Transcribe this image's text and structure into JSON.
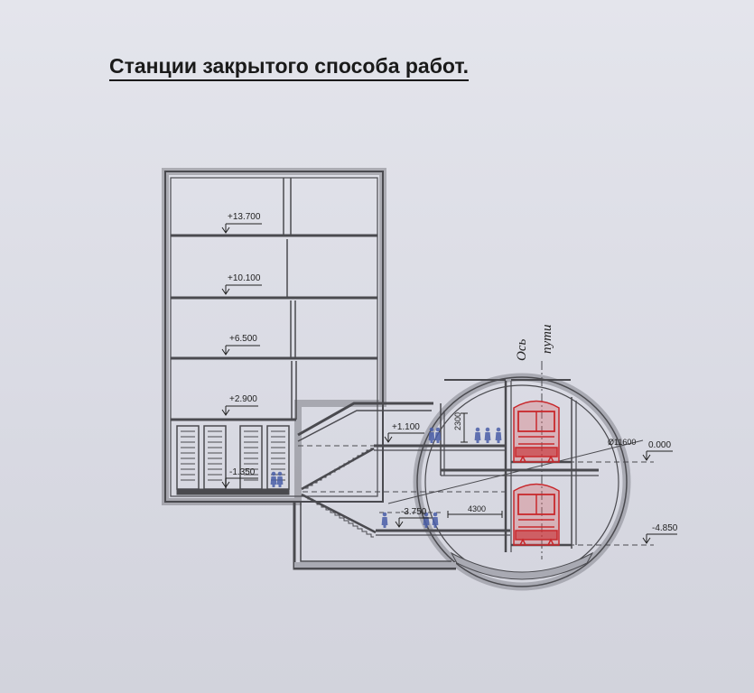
{
  "title": "Станции закрытого способа работ.",
  "levels": {
    "l13700": "+13.700",
    "l10100": "+10.100",
    "l6500": "+6.500",
    "l2900": "+2.900",
    "l1100": "+1.100",
    "lm1350": "-1.350",
    "lm3750": "-3.750",
    "l0000": "0.000",
    "lm4850": "-4.850"
  },
  "dimensions": {
    "h2300": "2300",
    "w4300": "4300",
    "diameter": "Ø11600"
  },
  "axis_label": {
    "line1": "Ось",
    "line2": "пути"
  },
  "colors": {
    "wall": "#4a4a4f",
    "wall_fill": "#a9aab3",
    "train": "#c8282c",
    "person": "#4a5ea8",
    "ground": "#a9aab3"
  }
}
